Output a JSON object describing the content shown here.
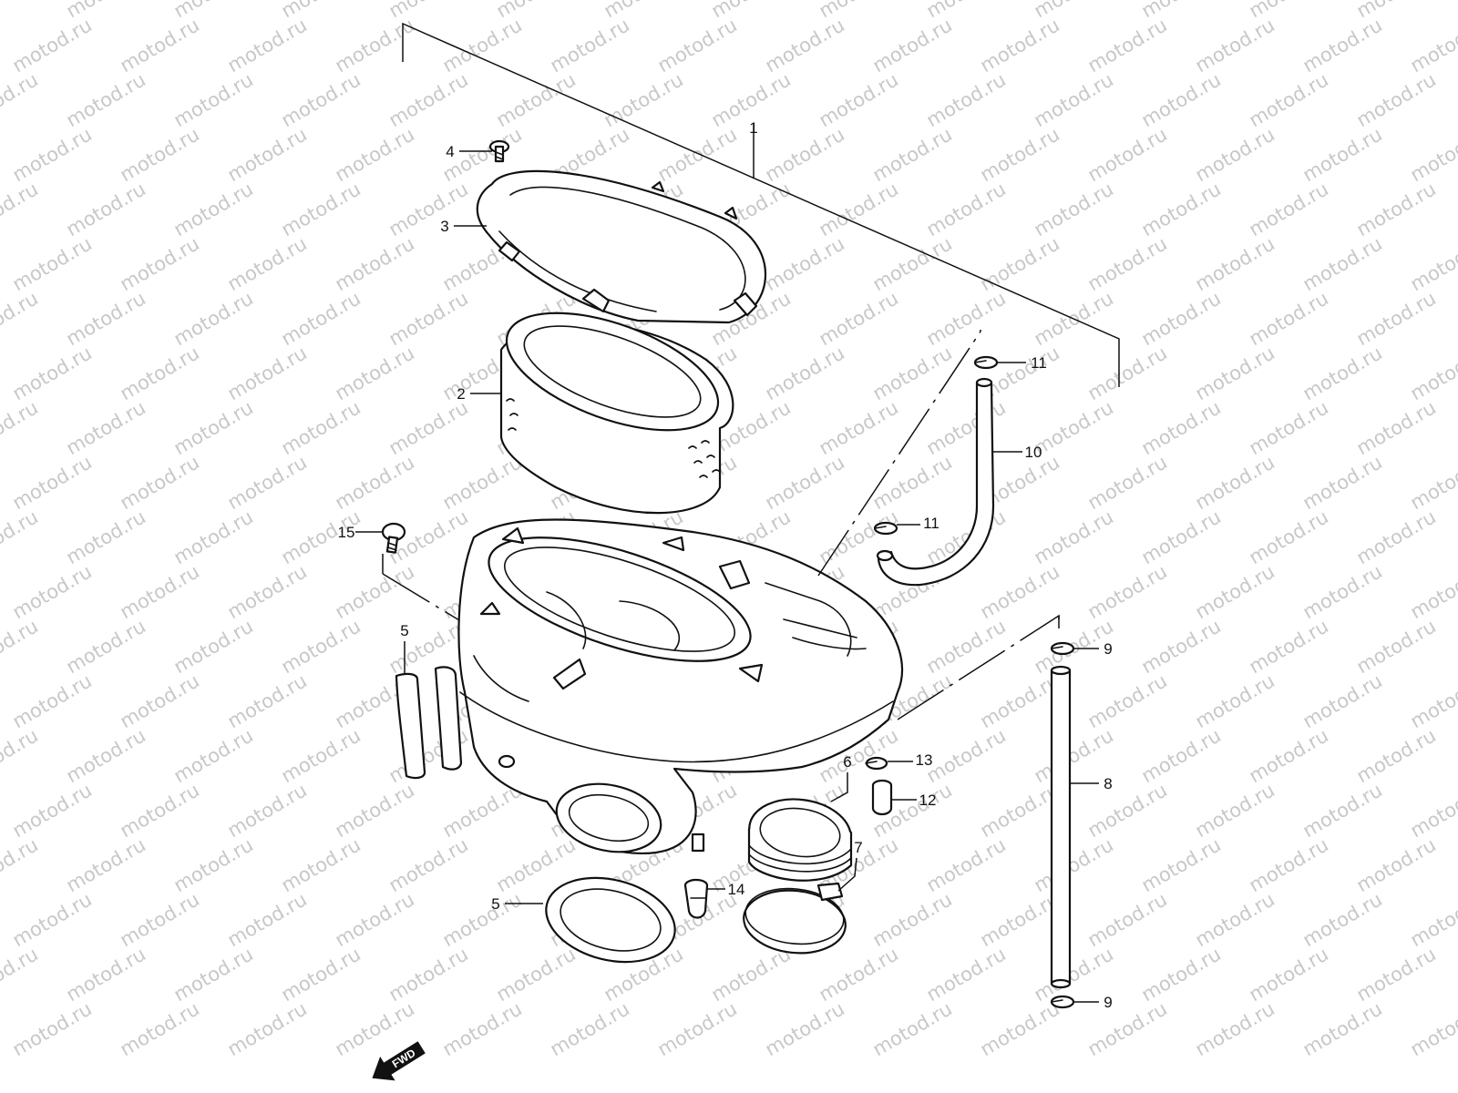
{
  "watermark": {
    "text": "motod.ru",
    "color": "#c8c8c8"
  },
  "direction_marker": {
    "label": "FWD",
    "icon": "arrow-left-down-icon"
  },
  "callouts": [
    {
      "part": "assembly",
      "number": "1"
    },
    {
      "part": "filter-element",
      "number": "2"
    },
    {
      "part": "cover",
      "number": "3"
    },
    {
      "part": "cover-screw",
      "number": "4"
    },
    {
      "part": "seal-left",
      "number": "5"
    },
    {
      "part": "seal-lower",
      "number": "5"
    },
    {
      "part": "intake-boot",
      "number": "6"
    },
    {
      "part": "hose-clamp",
      "number": "7"
    },
    {
      "part": "drain-hose",
      "number": "8"
    },
    {
      "part": "clip-upper",
      "number": "9"
    },
    {
      "part": "clip-lower",
      "number": "9"
    },
    {
      "part": "breather-hose",
      "number": "10"
    },
    {
      "part": "clip-hose-upper",
      "number": "11"
    },
    {
      "part": "clip-hose-lower",
      "number": "11"
    },
    {
      "part": "plug-clip",
      "number": "13"
    },
    {
      "part": "drain-plug",
      "number": "12"
    },
    {
      "part": "drain-cap",
      "number": "14"
    },
    {
      "part": "housing-bolt",
      "number": "15"
    }
  ],
  "colors": {
    "line": "#111111",
    "background": "#ffffff",
    "watermark": "#c8c8c8"
  }
}
